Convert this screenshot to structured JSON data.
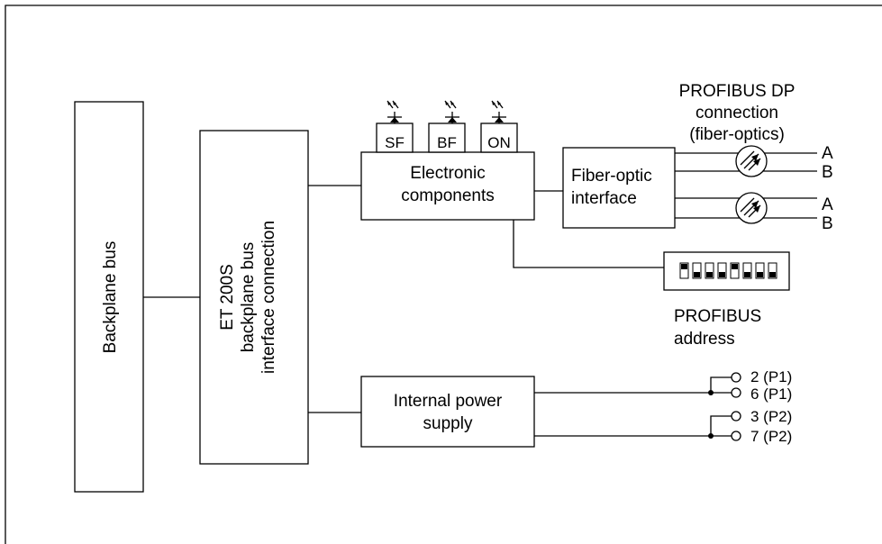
{
  "blocks": {
    "backplane_bus": "Backplane bus",
    "interface_line1": "ET 200S",
    "interface_line2": "backplane bus",
    "interface_line3": "interface connection",
    "electronics_line1": "Electronic",
    "electronics_line2": "components",
    "fiber_line1": "Fiber-optic",
    "fiber_line2": "interface",
    "power_line1": "Internal power",
    "power_line2": "supply"
  },
  "leds": [
    "SF",
    "BF",
    "ON"
  ],
  "profibus_connection": {
    "line1": "PROFIBUS DP",
    "line2": "connection",
    "line3": "(fiber-optics)",
    "channels": [
      "A",
      "B",
      "A",
      "B"
    ]
  },
  "profibus_address": {
    "line1": "PROFIBUS",
    "line2": "address"
  },
  "power_terminals": [
    "2 (P1)",
    "6 (P1)",
    "3 (P2)",
    "7 (P2)"
  ]
}
